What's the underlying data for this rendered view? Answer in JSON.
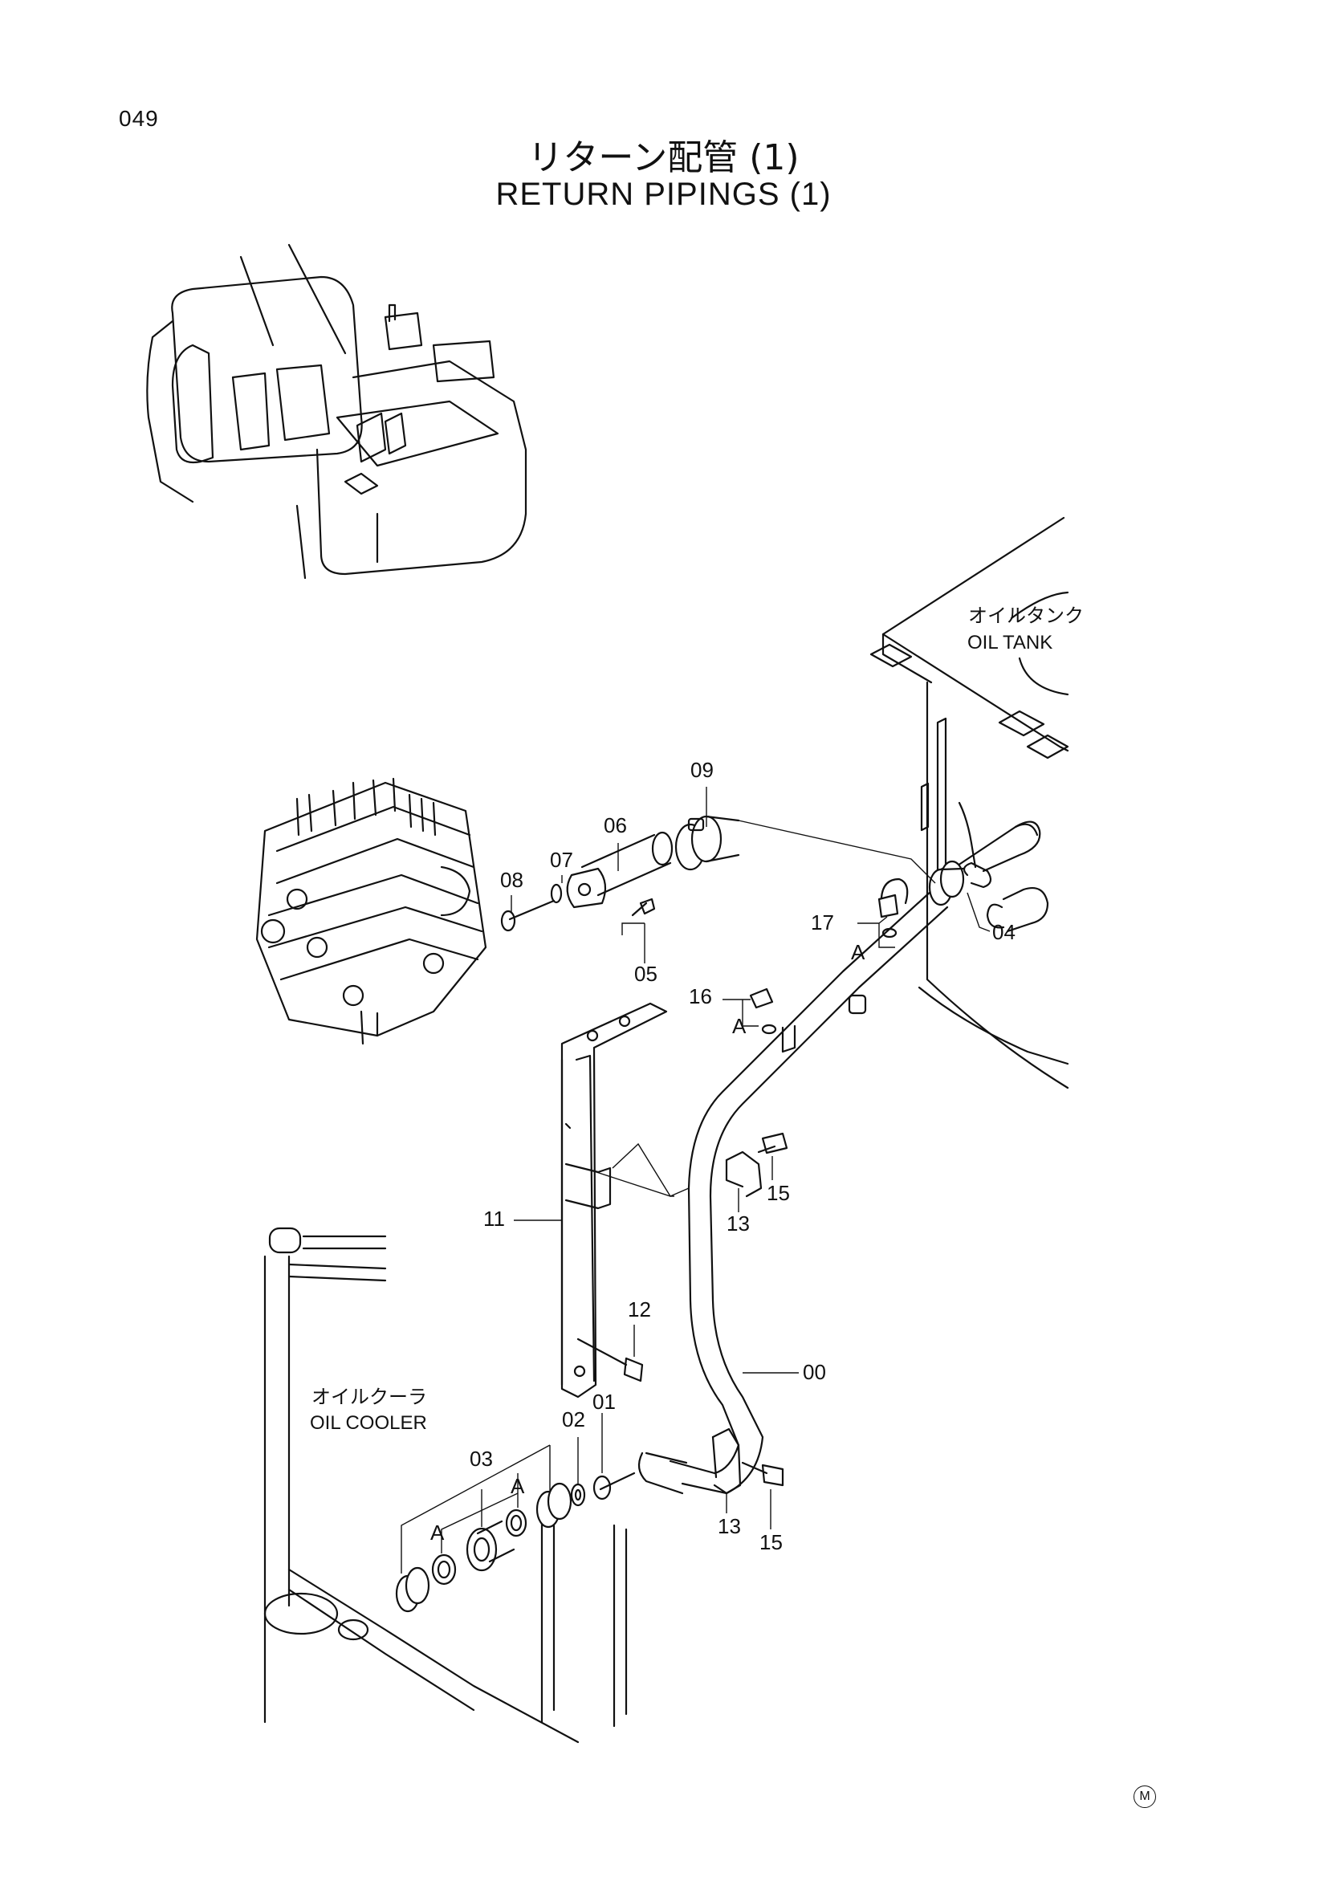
{
  "page": {
    "number": "049"
  },
  "title": {
    "jp": "リターン配管 (1)",
    "en": "RETURN PIPINGS (1)"
  },
  "labels": {
    "oil_tank_jp": "オイルタンク",
    "oil_tank_en": "OIL TANK",
    "oil_cooler_jp": "オイルクーラ",
    "oil_cooler_en": "OIL COOLER"
  },
  "callouts": {
    "p00": "00",
    "p01": "01",
    "p02": "02",
    "p03": "03",
    "p04": "04",
    "p05": "05",
    "p06": "06",
    "p07": "07",
    "p08": "08",
    "p09": "09",
    "p11": "11",
    "p12": "12",
    "p13a": "13",
    "p13b": "13",
    "p15a": "15",
    "p15b": "15",
    "p16": "16",
    "p17": "17",
    "a1": "A",
    "a2": "A",
    "a3": "A",
    "a4": "A"
  },
  "mark": "M"
}
